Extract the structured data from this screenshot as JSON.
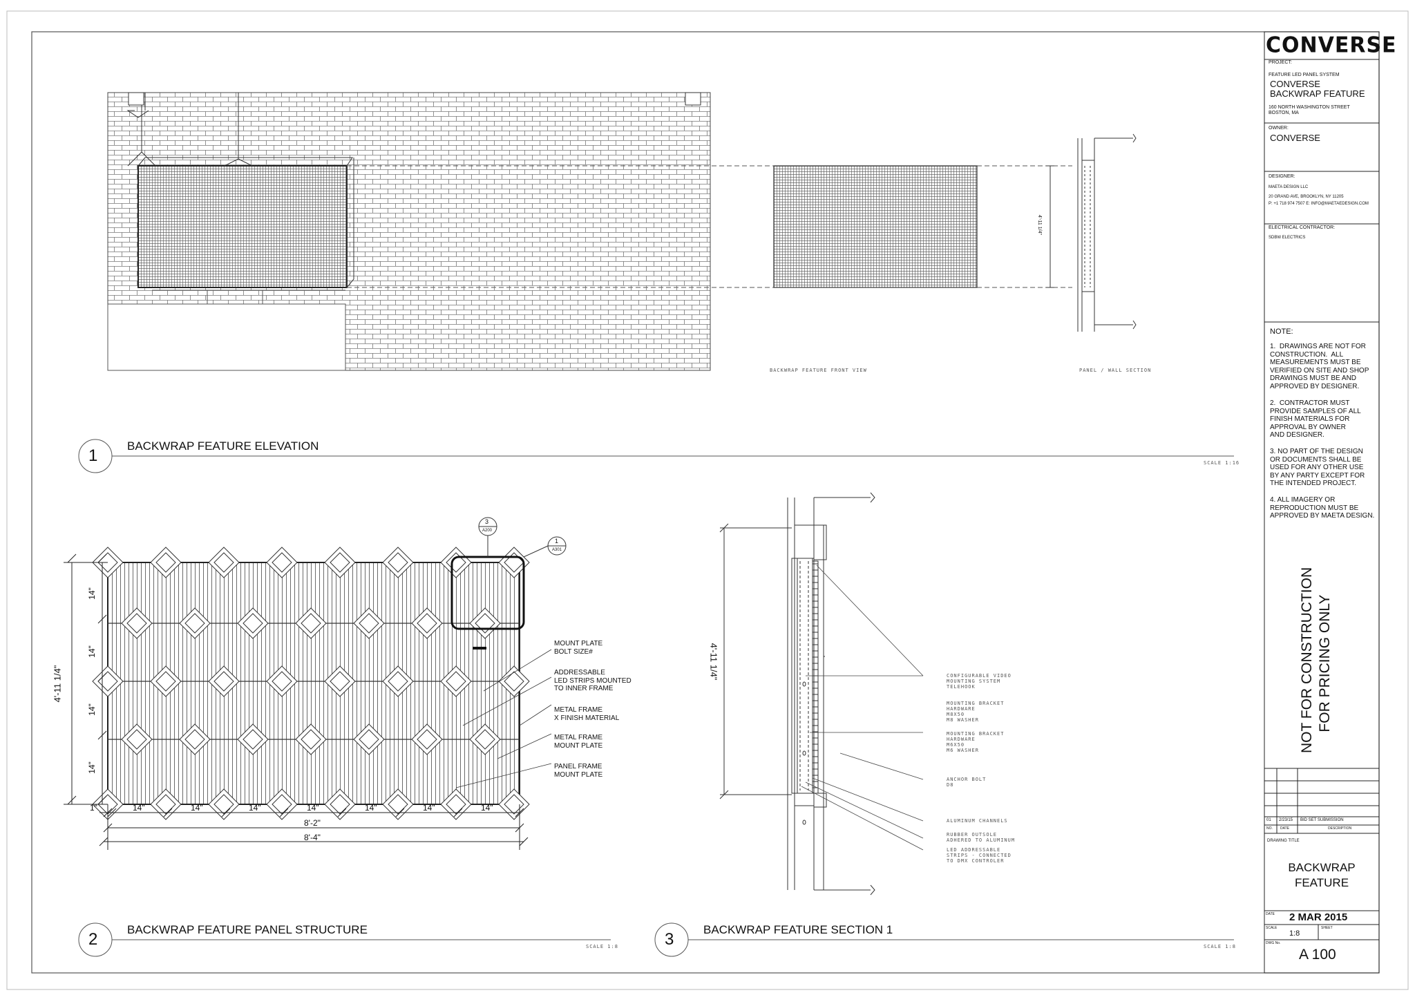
{
  "title_block": {
    "logo": "CONVERSE",
    "project_label": "PROJECT:",
    "project_type": "FEATURE LED PANEL SYSTEM",
    "project_name_1": "CONVERSE",
    "project_name_2": "BACKWRAP FEATURE",
    "address_1": "160 NORTH WASHINGTON STREET",
    "address_2": "BOSTON, MA",
    "owner_label": "OWNER:",
    "owner": "CONVERSE",
    "designer_label": "DESIGNER:",
    "designer": "MAETA DESIGN LLC",
    "designer_address": "20 GRAND AVE, BROOKLYN, NY 11205",
    "designer_contact": "P: +1 718 974 7507   E: INFO@MAETAEDESIGN.COM",
    "electrical_label": "ELECTRICAL CONTRACTOR:",
    "electrical": "SDBW ELECTRICS",
    "note_label": "NOTE:",
    "notes": [
      "1.  DRAWINGS ARE NOT FOR\nCONSTRUCTION.  ALL\nMEASUREMENTS MUST BE\nVERIFIED ON SITE AND SHOP\nDRAWINGS MUST BE AND\nAPPROVED BY DESIGNER.",
      "2.  CONTRACTOR MUST\nPROVIDE SAMPLES OF ALL\nFINISH MATERIALS FOR\nAPPROVAL BY OWNER\nAND DESIGNER.",
      "3. NO PART OF THE DESIGN\nOR DOCUMENTS SHALL BE\nUSED FOR ANY OTHER USE\nBY ANY PARTY EXCEPT FOR\nTHE INTENDED PROJECT.",
      "4. ALL IMAGERY OR\nREPRODUCTION MUST BE\nAPPROVED BY MAETA DESIGN."
    ],
    "stamp_1": "NOT FOR CONSTRUCTION",
    "stamp_2": "FOR PRICING ONLY",
    "revision": {
      "no": "01",
      "date": "2/23/15",
      "description": "BID SET SUBMISSION"
    },
    "rev_headers": {
      "no": "NO.",
      "date": "DATE",
      "description": "DESCRIPTION"
    },
    "drawing_title_label": "DRAWING TITLE",
    "drawing_title_1": "BACKWRAP",
    "drawing_title_2": "FEATURE",
    "date_label": "DATE",
    "date": "2 MAR 2015",
    "scale_label": "SCALE",
    "scale": "1:8",
    "sheet_label": "SHEET",
    "dwg_label": "DWG No.",
    "dwg": "A 100"
  },
  "views": [
    {
      "number": "1",
      "title": "BACKWRAP FEATURE ELEVATION",
      "scale": "SCALE 1:16"
    },
    {
      "number": "2",
      "title": "BACKWRAP FEATURE PANEL STRUCTURE",
      "scale": "SCALE 1:8"
    },
    {
      "number": "3",
      "title": "BACKWRAP FEATURE SECTION 1",
      "scale": "SCALE 1:8"
    }
  ],
  "elevation": {
    "front_view_label": "BACKWRAP FEATURE FRONT VIEW",
    "section_label": "PANEL / WALL SECTION",
    "height_dim": "4'-11 1/4\""
  },
  "panel": {
    "col_dims": [
      "14\"",
      "14\"",
      "14\"",
      "14\"",
      "14\"",
      "14\"",
      "14\""
    ],
    "edge_dim": "1\"",
    "row_dims": [
      "14\"",
      "14\"",
      "14\"",
      "14\""
    ],
    "height_dim": "4'-11 1/4\"",
    "width_inner": "8'-2\"",
    "width_outer": "8'-4\"",
    "callout_3": {
      "num": "3",
      "ref": "A200"
    },
    "callout_1": {
      "num": "1",
      "ref": "A301"
    },
    "labels": [
      "MOUNT PLATE\nBOLT SIZE#",
      "ADDRESSABLE\nLED STRIPS MOUNTED\nTO INNER FRAME",
      "METAL FRAME\nX FINISH MATERIAL",
      "METAL FRAME\nMOUNT PLATE",
      "PANEL FRAME\nMOUNT PLATE"
    ]
  },
  "section": {
    "height_dim": "4'-11 1/4\"",
    "labels": [
      "CONFIGURABLE VIDEO\nMOUNTING SYSTEM\nTELEHOOK",
      "MOUNTING BRACKET\nHARDWARE\nM8X50\nM8 WASHER",
      "MOUNTING BRACKET\nHARDWARE\nM6X50\nM6 WASHER",
      "ANCHOR BOLT\nD8",
      "ALUMINUM CHANNELS",
      "RUBBER OUTSOLE\nADHERED TO ALUMINUM",
      "LED ADDRESSABLE\nSTRIPS - CONNECTED\nTO DMX CONTROLER"
    ]
  }
}
